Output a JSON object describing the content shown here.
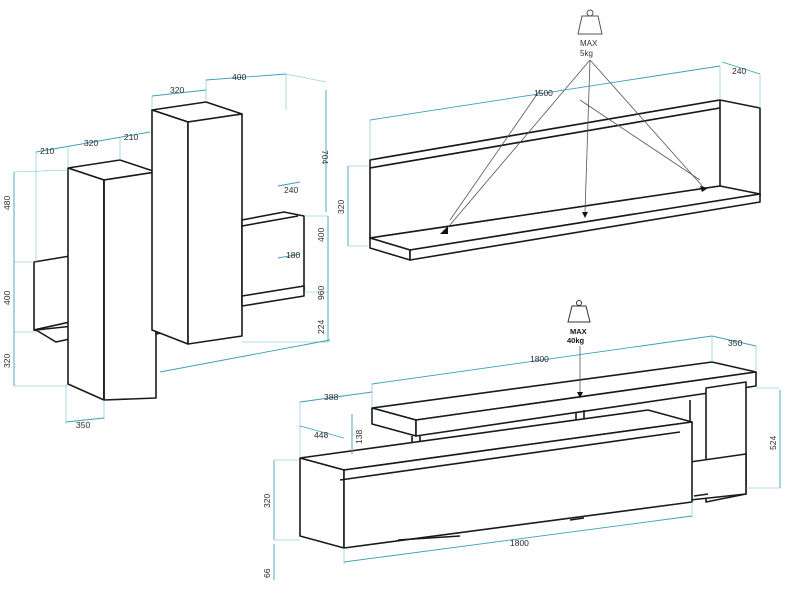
{
  "colors": {
    "line": "#1a1a1a",
    "dimension": "#3aa0b8",
    "background": "#ffffff"
  },
  "shelf_load": {
    "icon": "weight-icon",
    "label_1": "MAX",
    "label_2": "5kg"
  },
  "tv_load": {
    "icon": "weight-icon",
    "label_1": "MAX",
    "label_2": "40kg"
  },
  "left_set_dims": {
    "top_400": "400",
    "top_320": "320",
    "right_704": "704",
    "left_210": "210",
    "mid_320": "320",
    "mid_210": "210",
    "left_480": "480",
    "left_400": "400",
    "left_320": "320",
    "shelf_240": "240",
    "shelf_180": "180",
    "right_400": "400",
    "right_960": "960",
    "right_224": "224",
    "bottom_350": "350"
  },
  "shelf_dims": {
    "width": "1500",
    "depth": "240",
    "height": "320"
  },
  "tv_dims": {
    "top_width": "1800",
    "top_depth": "350",
    "riser_388": "388",
    "riser_138": "138",
    "box_448": "448",
    "box_height": "320",
    "box_width": "1800",
    "total_height": "524",
    "feet": "66"
  }
}
